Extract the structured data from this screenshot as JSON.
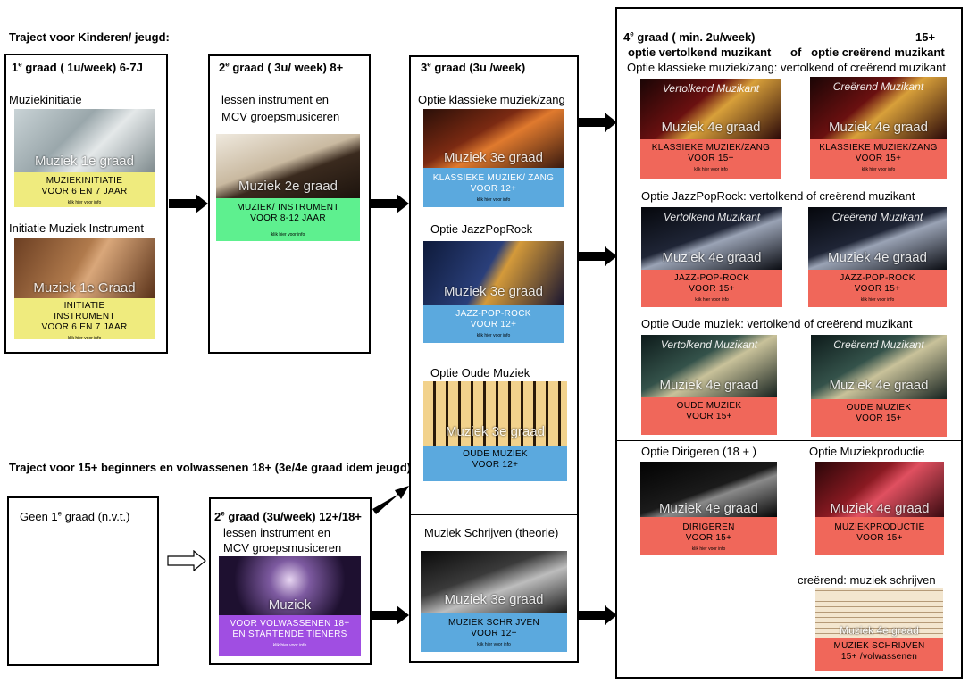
{
  "track_children_label": "Traject voor Kinderen/ jeugd:",
  "track_adults_label": "Traject voor 15+ beginners en volwassenen 18+ (3e/4e graad idem jeugd)",
  "colors": {
    "yellow": "#efeb7e",
    "green": "#5ef08f",
    "blue": "#5ba9de",
    "red": "#f0675a",
    "purple": "#a04ee2"
  },
  "card_klik": "klik hier voor info",
  "grade1": {
    "heading_main": "graad  ( 1u/week)    6-7J",
    "opt1": "Muziekinitiatie",
    "opt2": "Initiatie Muziek Instrument",
    "card1": {
      "big": "Muziek 1e graad",
      "l1": "MUZIEKINITIATIE",
      "l2": "VOOR 6 EN 7 JAAR"
    },
    "card2": {
      "big": "Muziek 1e Graad",
      "l1": "INITIATIE INSTRUMENT",
      "l2": "VOOR 6 EN 7 JAAR"
    }
  },
  "grade2": {
    "heading_main": "graad  ( 3u/ week)    8+",
    "desc1": "lessen  instrument  en",
    "desc2": "MCV groepsmusiceren",
    "card": {
      "big": "Muziek 2e graad",
      "l1": "MUZIEK/ INSTRUMENT",
      "l2": "VOOR 8-12 JAAR"
    }
  },
  "grade3": {
    "heading_main": "graad  (3u /week)",
    "opt_klassiek": "Optie klassieke muziek/zang",
    "opt_jazz": "Optie JazzPopRock",
    "opt_oude": "Optie Oude Muziek",
    "opt_schrijven": "Muziek Schrijven (theorie)",
    "card_klassiek": {
      "big": "Muziek 3e graad",
      "l1": "KLASSIEKE MUZIEK/ ZANG",
      "l2": "VOOR 12+"
    },
    "card_jazz": {
      "big": "Muziek 3e graad",
      "l1": "JAZZ-POP-ROCK",
      "l2": "VOOR 12+"
    },
    "card_oude": {
      "big": "Muziek 3e graad",
      "l1": "OUDE MUZIEK",
      "l2": "VOOR 12+"
    },
    "card_schrijven": {
      "big": "Muziek 3e graad",
      "l1": "MUZIEK SCHRIJVEN",
      "l2": "VOOR 12+"
    }
  },
  "grade4": {
    "heading_main": "graad  ( min. 2u/week)",
    "heading_age": "15+",
    "subheading": "optie vertolkend muzikant      of   optie creërend muzikant",
    "opt_klassiek": "Optie klassieke muziek/zang: vertolkend of creërend muzikant",
    "opt_jazz": "Optie JazzPopRock: vertolkend of  creërend muzikant",
    "opt_oude": "Optie Oude muziek: vertolkend  of creërend muzikant",
    "opt_dirigeren": "Optie Dirigeren  (18 + )",
    "opt_productie": "Optie Muziekproductie",
    "opt_creerend": "creërend: muziek schrijven",
    "vertolkend": "Vertolkend Muzikant",
    "creerend": "Creërend Muzikant",
    "big": "Muziek 4e graad",
    "klassiek": {
      "l1": "KLASSIEKE MUZIEK/ZANG",
      "l2": "VOOR 15+"
    },
    "jazz": {
      "l1": "JAZZ-POP-ROCK",
      "l2": "VOOR 15+"
    },
    "oude": {
      "l1": "OUDE MUZIEK",
      "l2": "VOOR 15+"
    },
    "dirigeren": {
      "l1": "DIRIGEREN",
      "l2": "VOOR 15+"
    },
    "productie": {
      "l1": "MUZIEKPRODUCTIE",
      "l2": "VOOR 15+"
    },
    "schrijven": {
      "l1": "MUZIEK SCHRIJVEN",
      "l2": "15+ /volwassenen"
    }
  },
  "adult": {
    "geen": "Geen 1e graad (n.v.t.)",
    "grade2_heading": "graad (3u/week)   12+/18+",
    "desc1": "lessen  instrument  en",
    "desc2": "MCV groepsmusiceren",
    "card": {
      "big": "Muziek",
      "l1": "VOOR VOLWASSENEN 18+",
      "l2": "EN STARTENDE TIENERS"
    }
  }
}
